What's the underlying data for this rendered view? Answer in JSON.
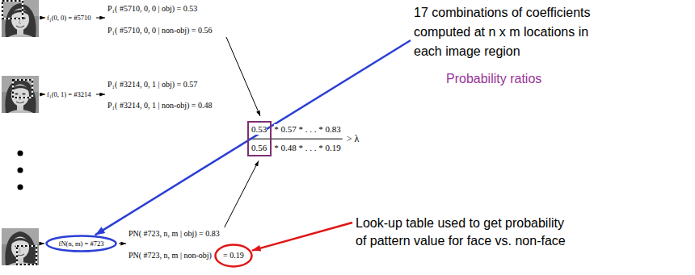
{
  "diagram": {
    "nodes": [
      {
        "text": [
          "0.53",
          "0.56"
        ]
      },
      {
        "text": [
          "fN(n, m) = #723"
        ]
      },
      {
        "text": [
          "= 0.19"
        ]
      }
    ],
    "labels": [
      "f₁(0, 0) = #5710",
      "P₁( #5710, 0, 0 | obj) = 0.53",
      "P₁( #5710, 0, 0 | non-obj) = 0.56",
      "17 combinations of coefficients computed at n x m locations in each image region",
      "f₁(0, 1) = #3214",
      "P₁( #3214, 0, 1 | obj) = 0.57",
      "P₁( #3214, 0, 1 | non-obj) = 0.48",
      "Probability ratios",
      "* 0.57 * . . . * 0.83",
      "> λ",
      "* 0.48 * . . . * 0.19",
      "Look-up table used to get probability of pattern value for face vs. non-face",
      "PN( #723, n, m | obj) = 0.83",
      "PN( #723, n, m | non-obj)"
    ]
  }
}
